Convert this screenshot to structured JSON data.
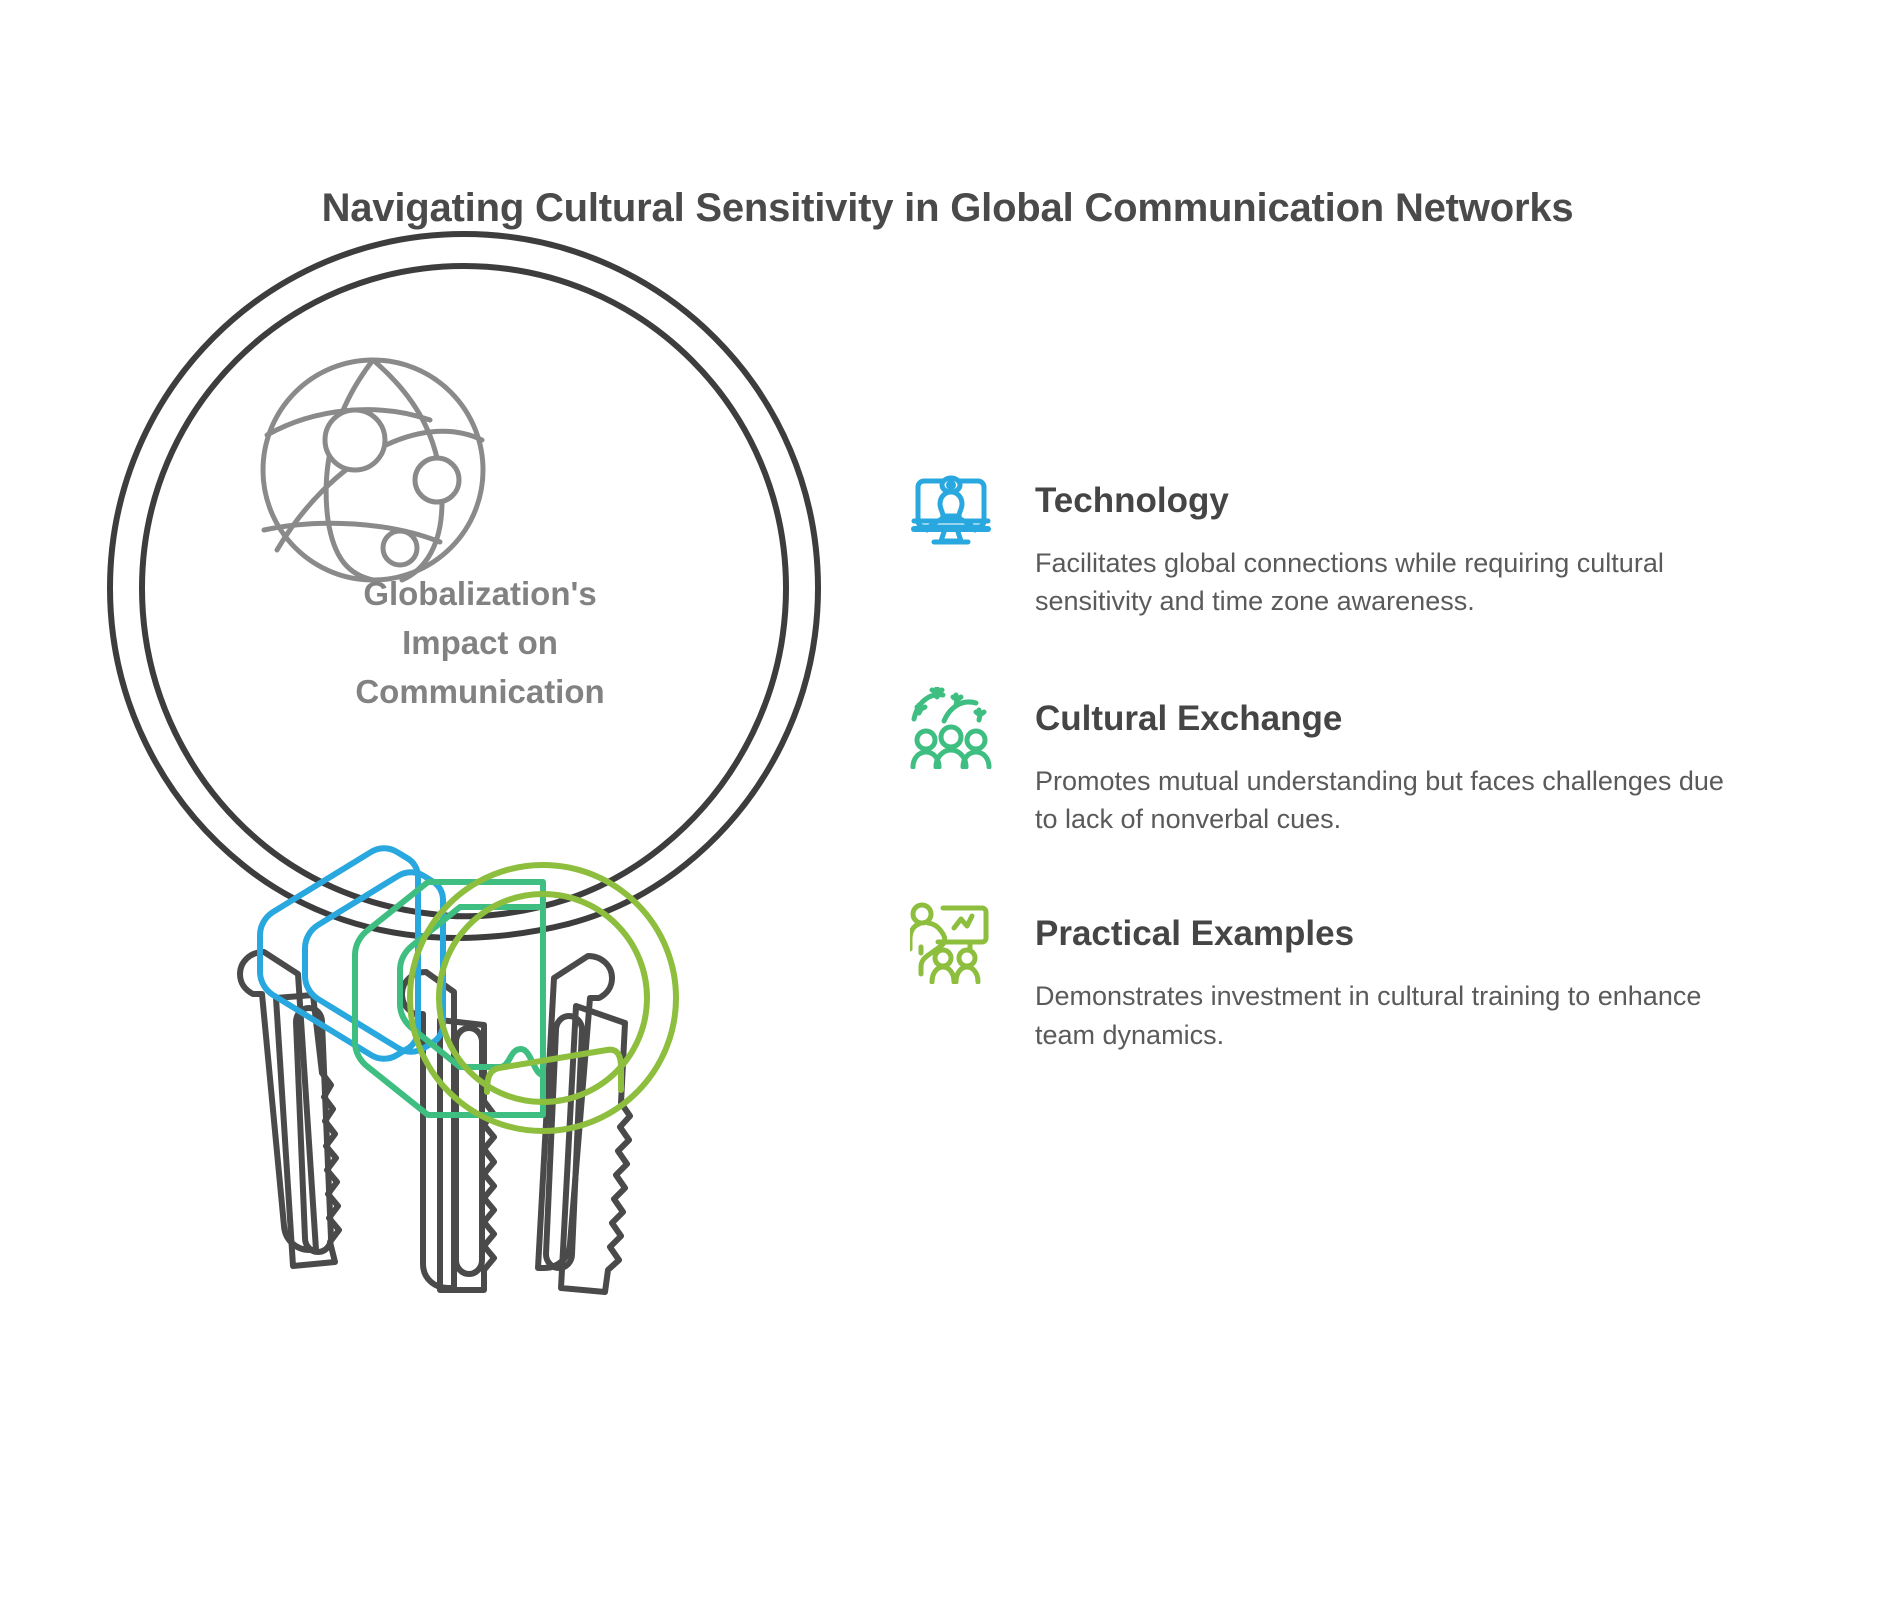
{
  "title": "Navigating Cultural Sensitivity in Global Communication Networks",
  "center": {
    "icon": "globe-network-icon",
    "line1": "Globalization's",
    "line2": "Impact on",
    "line3": "Communication"
  },
  "illustration": {
    "name": "keyring-with-three-keys",
    "ring_color": "#4a4a4a",
    "key_outline_color": "#4a4a4a",
    "key_bow_colors": [
      "#29a8df",
      "#3fbe82",
      "#8dbe3d"
    ]
  },
  "features": [
    {
      "id": "technology",
      "icon": "video-monitor-person-icon",
      "icon_color": "#29a8df",
      "heading": "Technology",
      "body": "Facilitates global connections while requiring cultural sensitivity and time zone awareness."
    },
    {
      "id": "cultural-exchange",
      "icon": "people-celebration-icon",
      "icon_color": "#3fbe82",
      "heading": "Cultural Exchange",
      "body": "Promotes mutual understanding but faces challenges due to lack of nonverbal cues."
    },
    {
      "id": "practical-examples",
      "icon": "presentation-training-icon",
      "icon_color": "#8dbe3d",
      "heading": "Practical Examples",
      "body": "Demonstrates investment in cultural training to enhance team dynamics."
    }
  ],
  "colors": {
    "title_text": "#4a4a4a",
    "heading_text": "#454545",
    "body_text": "#5a5a5a",
    "center_text": "#828282",
    "background": "#ffffff"
  }
}
